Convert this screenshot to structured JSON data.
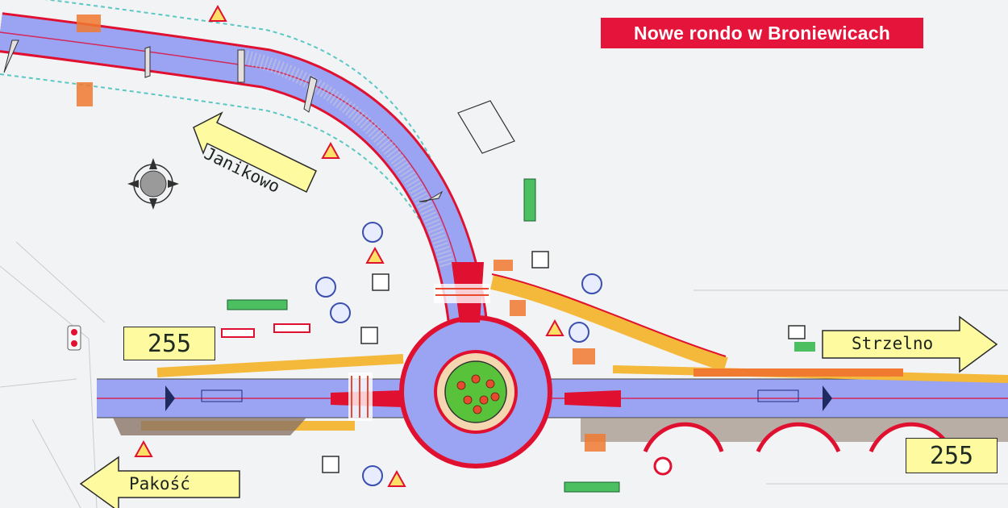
{
  "title": "Nowe rondo w Broniewicach",
  "directions": {
    "west_north": "Janikowo",
    "east": "Strzelno",
    "west_south": "Pakość"
  },
  "road_numbers": {
    "left": "255",
    "right": "255"
  },
  "colors": {
    "title_bg": "#e5143a",
    "road_surface": "#9aa4f2",
    "arrow_sign": "#fdfaa0",
    "island": "#58c23a",
    "kerb": "#e01030",
    "sidewalk": "#f4b83a"
  }
}
